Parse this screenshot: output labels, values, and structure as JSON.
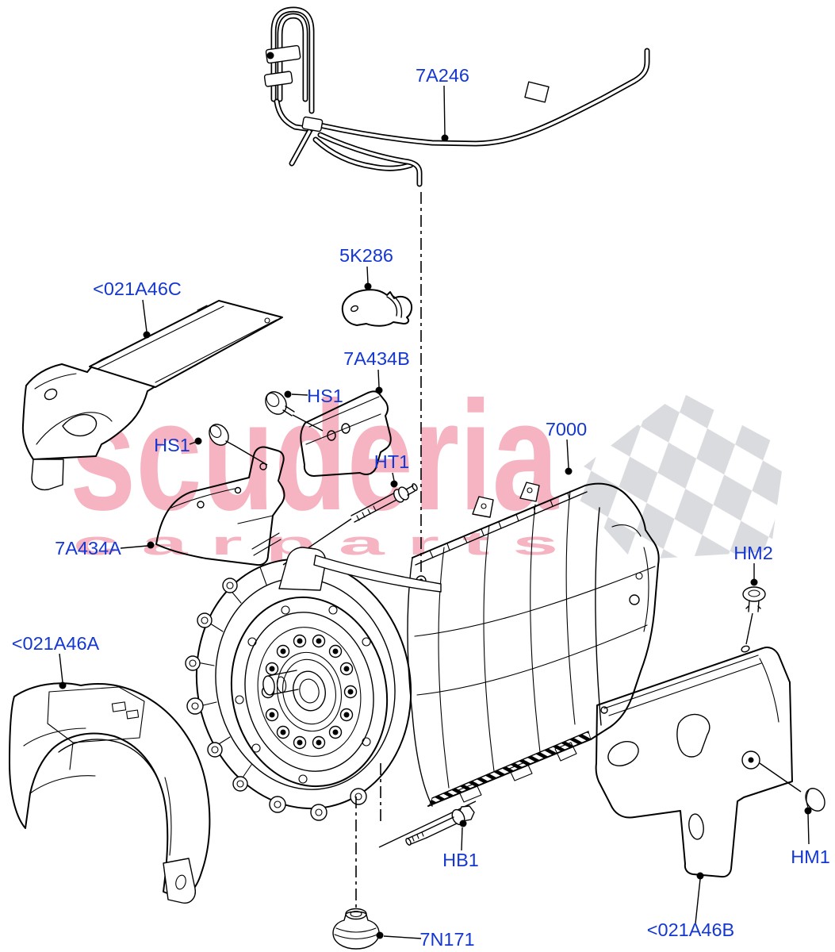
{
  "diagram": {
    "watermark": {
      "brand": "scuderia",
      "tagline": "c a r   p a r t s"
    },
    "colors": {
      "label_blue": "#1537d1",
      "watermark_pink": "#f6b3c1",
      "checker_gray": "#d9dbdf",
      "line_black": "#000000"
    },
    "callouts": [
      {
        "text": "7A246"
      },
      {
        "text": "5K286"
      },
      {
        "text": "<021A46C"
      },
      {
        "text": "7A434B"
      },
      {
        "text": "HS1"
      },
      {
        "text": "HS1"
      },
      {
        "text": "HT1"
      },
      {
        "text": "7000"
      },
      {
        "text": "HM2"
      },
      {
        "text": "7A434A"
      },
      {
        "text": "<021A46A"
      },
      {
        "text": "HB1"
      },
      {
        "text": "7N171"
      },
      {
        "text": "<021A46B"
      },
      {
        "text": "HM1"
      }
    ]
  }
}
